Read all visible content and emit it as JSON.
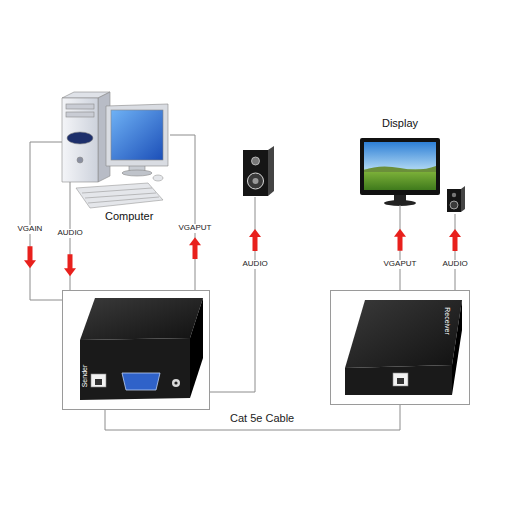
{
  "diagram": {
    "nodes": [
      {
        "text": [
          "Computer"
        ]
      },
      {
        "text": [
          "Display"
        ]
      },
      {
        "text": [
          "Sender"
        ]
      },
      {
        "text": [
          "Receiver"
        ]
      }
    ],
    "edges": [
      {
        "from": 0,
        "to": 2,
        "label": "VGAIN",
        "arrow": "to"
      },
      {
        "from": 0,
        "to": 2,
        "label": "AUDIO",
        "arrow": "to"
      },
      {
        "from": 2,
        "to": 0,
        "label": "VGAPUT",
        "arrow": "to"
      },
      {
        "from": 2,
        "to": 3,
        "label": "Cat 5e Cable",
        "arrow": "none"
      },
      {
        "from": 3,
        "to": 1,
        "label": "VGAPUT",
        "arrow": "to"
      }
    ],
    "labels": [
      "AUDIO",
      "AUDIO"
    ]
  }
}
